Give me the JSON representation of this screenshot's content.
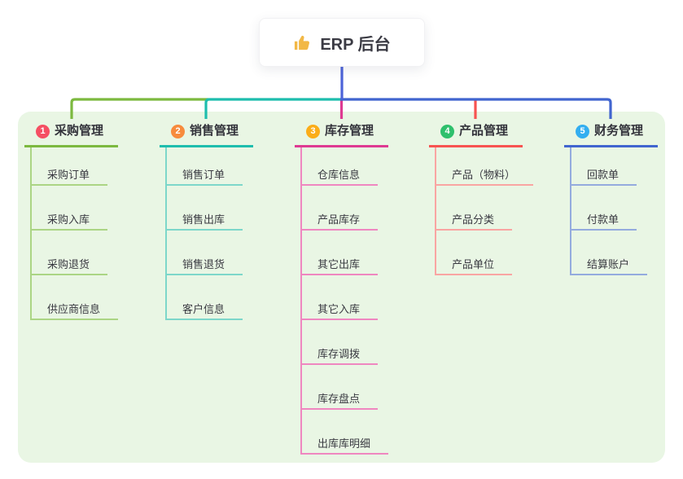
{
  "app": {
    "background": "#ffffff",
    "panel_bg": "#e9f6e4"
  },
  "root": {
    "label": "ERP 后台",
    "icon": {
      "name": "thumbs-up",
      "color": "#f2b846"
    },
    "connector_color": "#4c63d8"
  },
  "branches": [
    {
      "index": "1",
      "label": "采购管理",
      "colors": {
        "badge": "#f54f63",
        "line": "#7cb93f",
        "child_line": "#abd584"
      },
      "children": [
        "采购订单",
        "采购入库",
        "采购退货",
        "供应商信息"
      ]
    },
    {
      "index": "2",
      "label": "销售管理",
      "colors": {
        "badge": "#f78b3d",
        "line": "#1ebdad",
        "child_line": "#7dd7ca"
      },
      "children": [
        "销售订单",
        "销售出库",
        "销售退货",
        "客户信息"
      ]
    },
    {
      "index": "3",
      "label": "库存管理",
      "colors": {
        "badge": "#fbad19",
        "line": "#de3a92",
        "child_line": "#ef87c0"
      },
      "children": [
        "仓库信息",
        "产品库存",
        "其它出库",
        "其它入库",
        "库存调拨",
        "库存盘点",
        "出库库明细"
      ]
    },
    {
      "index": "4",
      "label": "产品管理",
      "colors": {
        "badge": "#2ec06c",
        "line": "#f75351",
        "child_line": "#f9a5a2"
      },
      "children": [
        "产品（物料）",
        "产品分类",
        "产品单位"
      ]
    },
    {
      "index": "5",
      "label": "财务管理",
      "colors": {
        "badge": "#33aef0",
        "line": "#4165cf",
        "child_line": "#94abde"
      },
      "children": [
        "回款单",
        "付款单",
        "结算账户"
      ]
    }
  ]
}
